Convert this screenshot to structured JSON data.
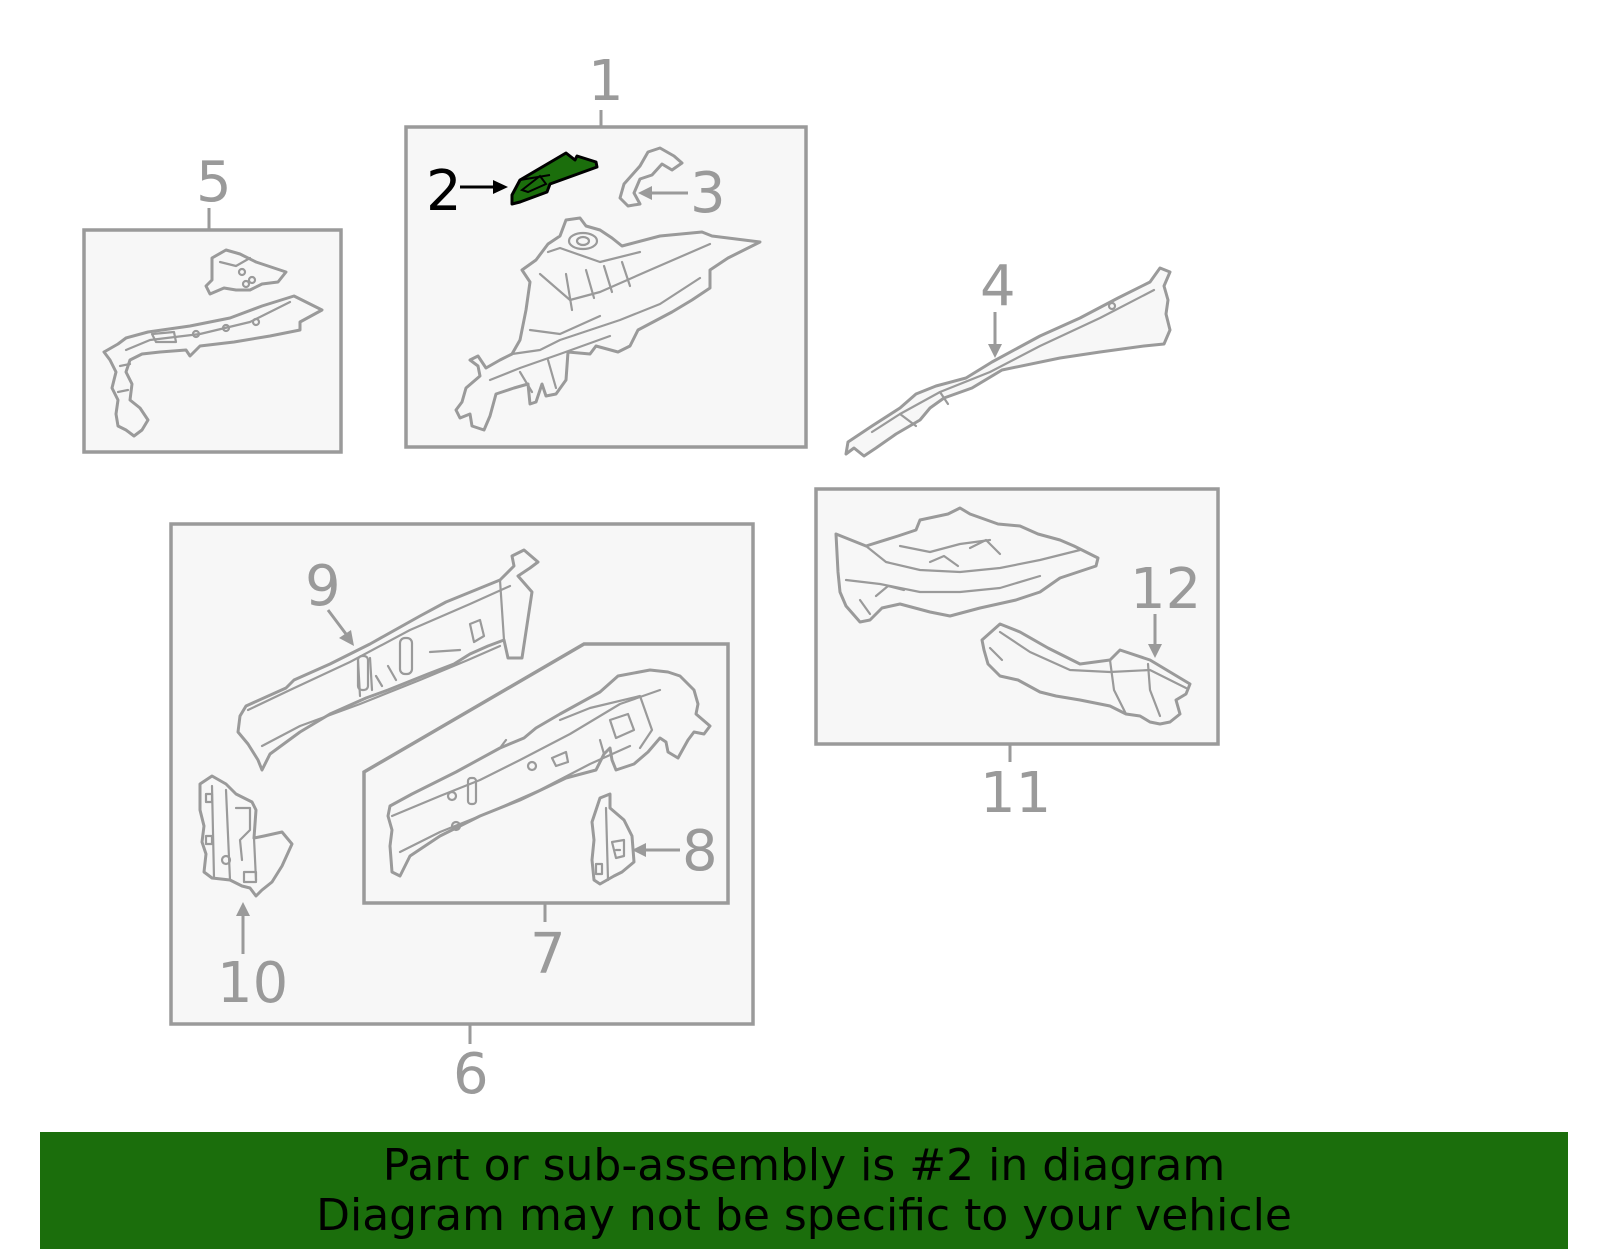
{
  "diagram": {
    "highlighted_part": "2",
    "highlight_color": "#1b6e0c",
    "line_color": "#9a9a9a",
    "callouts": {
      "c1": "1",
      "c2": "2",
      "c3": "3",
      "c4": "4",
      "c5": "5",
      "c6": "6",
      "c7": "7",
      "c8": "8",
      "c9": "9",
      "c10": "10",
      "c11": "11",
      "c12": "12"
    }
  },
  "banner": {
    "line1": "Part or sub-assembly is #2 in diagram",
    "line2": "Diagram may not be specific to your vehicle",
    "background": "#1b6e0c"
  }
}
